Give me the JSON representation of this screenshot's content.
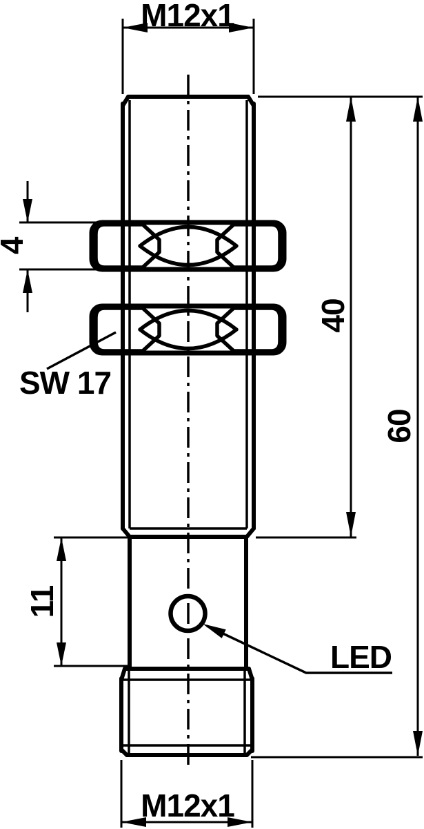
{
  "drawing": {
    "kind": "technical-dimension-drawing",
    "labels": {
      "thread_top": "M12x1",
      "thread_bottom": "M12x1",
      "wrench_size": "SW 17",
      "led": "LED"
    },
    "dimensions": {
      "nut_thickness": "4",
      "thread_length": "40",
      "total_length": "60",
      "housing_length": "11"
    },
    "colors": {
      "line": "#000000",
      "background": "#ffffff"
    }
  }
}
